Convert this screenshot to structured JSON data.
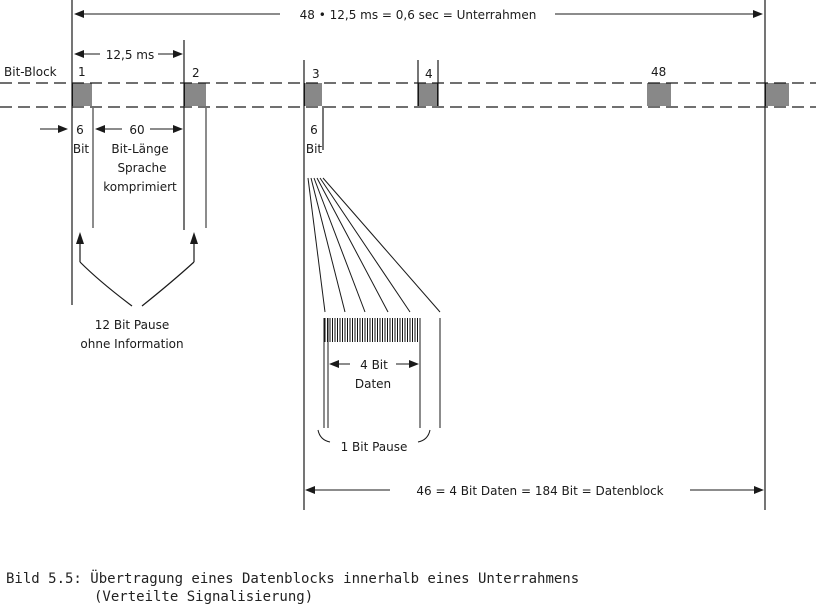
{
  "labels": {
    "top_span": "48 • 12,5 ms = 0,6 sec = Unterrahmen",
    "interval": "12,5 ms",
    "bit_block": "Bit-Block",
    "block_numbers": [
      "1",
      "2",
      "3",
      "4",
      "48"
    ],
    "six_bit_a_num": "6",
    "six_bit_a_unit": "Bit",
    "sixty": "60",
    "bit_length_l1": "Bit-Länge",
    "bit_length_l2": "Sprache",
    "bit_length_l3": "komprimiert",
    "six_bit_b_num": "6",
    "six_bit_b_unit": "Bit",
    "pause_l1": "12 Bit Pause",
    "pause_l2": "ohne Information",
    "four_bit_num": "4  Bit",
    "four_bit_word": "Daten",
    "one_bit_pause": "1 Bit Pause",
    "bottom_span": "46 = 4 Bit Daten = 184 Bit = Datenblock"
  },
  "caption": {
    "line1": "Bild 5.5: Übertragung eines Datenblocks innerhalb eines Unterrahmens",
    "line2": "(Verteilte Signalisierung)"
  }
}
